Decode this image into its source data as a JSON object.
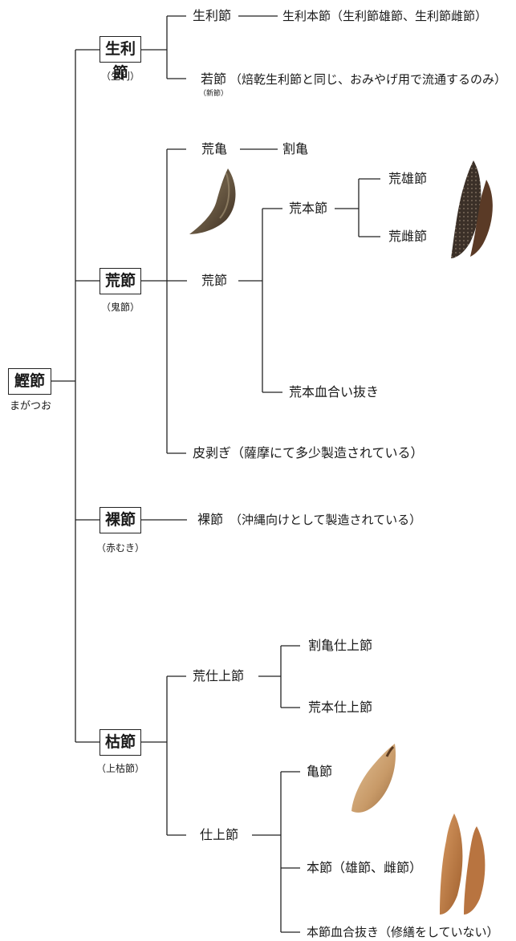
{
  "root": {
    "label": "鰹節",
    "reading": "まがつお"
  },
  "namabushi": {
    "label": "生利節",
    "sub": "（生利）",
    "child1": "生利節",
    "child1_result": "生利本節（生利節雄節、生利節雌節）",
    "child2": "若節",
    "child2_sub": "（新節）",
    "child2_note": "（焙乾生利節と同じ、おみやげ用で流通するのみ）"
  },
  "arabushi": {
    "label": "荒節",
    "sub": "（鬼節）",
    "arakame": "荒亀",
    "warikame": "割亀",
    "arabushi_node": "荒節",
    "arahonbushi": "荒本節",
    "araobushi": "荒雄節",
    "arameshibushi": "荒雌節",
    "chiaitoki": "荒本血合い抜き",
    "kawahagi": "皮剥ぎ（薩摩にて多少製造されている）"
  },
  "hadakabushi": {
    "label": "裸節",
    "sub": "（赤むき）",
    "child": "裸節",
    "child_note": "（沖縄向けとして製造されている）"
  },
  "karebushi": {
    "label": "枯節",
    "sub": "（上枯節）",
    "arashiage": "荒仕上節",
    "warikame_shiage": "割亀仕上節",
    "arahon_shiage": "荒本仕上節",
    "shiage": "仕上節",
    "kamebushi": "亀節",
    "honbushi": "本節（雄節、雌節）",
    "chiai_nuki": "本節血合抜き（修繕をしていない）"
  },
  "colors": {
    "line": "#222222",
    "dark_fish": "#4a3a2c",
    "pale_fish": "#c89a68",
    "orange_fish": "#b8743e"
  }
}
